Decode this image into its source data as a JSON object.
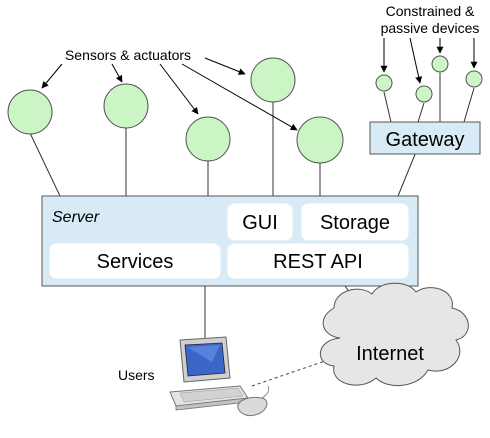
{
  "labels": {
    "sensors_actuators": "Sensors & actuators",
    "constrained_line1": "Constrained &",
    "constrained_line2": "passive devices",
    "gateway": "Gateway",
    "server": "Server",
    "gui": "GUI",
    "storage": "Storage",
    "services": "Services",
    "rest_api": "REST API",
    "internet": "Internet",
    "users": "Users"
  },
  "colors": {
    "node_fill": "#ccf5c6",
    "panel_fill": "#d7eaf6",
    "cloud_fill": "#e6e6e6",
    "stroke": "#555555"
  }
}
